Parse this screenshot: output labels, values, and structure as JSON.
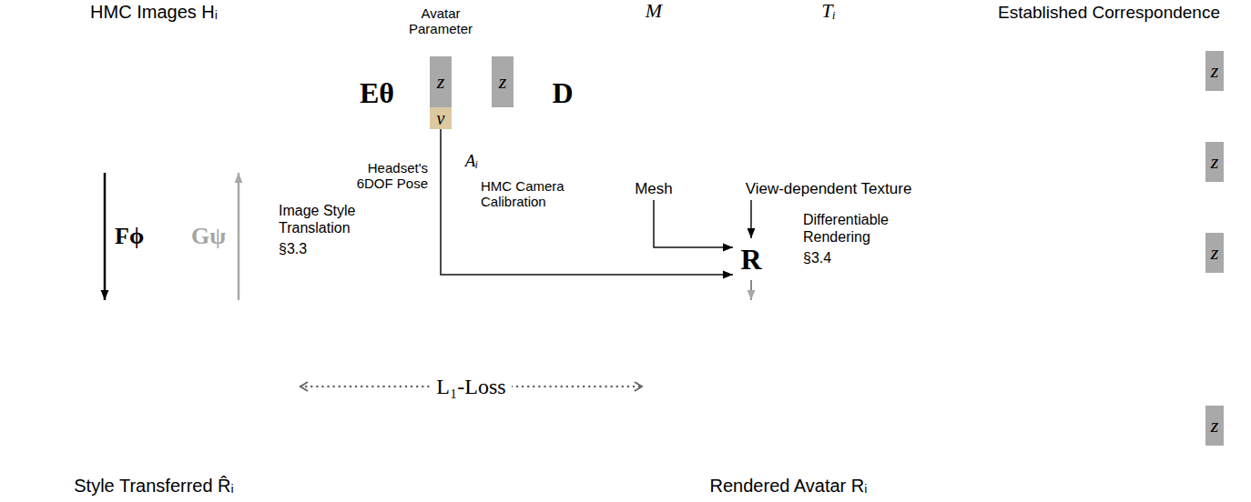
{
  "diagram": {
    "nodes": [
      {
        "text": [
          "HMC Images Hᵢ"
        ]
      },
      {
        "text": [
          "Eθ"
        ]
      },
      {
        "text": [
          "z"
        ]
      },
      {
        "text": [
          "v"
        ]
      },
      {
        "text": [
          "z"
        ]
      },
      {
        "text": [
          "D"
        ]
      },
      {
        "text": [
          "M",
          "Mesh"
        ]
      },
      {
        "text": [
          "Tᵢ",
          "View-dependent Texture"
        ]
      },
      {
        "text": [
          "Fϕ"
        ]
      },
      {
        "text": [
          "Gψ"
        ]
      },
      {
        "text": [
          "R"
        ]
      },
      {
        "text": [
          "Style Transferred R̂ᵢ"
        ]
      },
      {
        "text": [
          "Rendered Avatar Rᵢ"
        ]
      },
      {
        "text": [
          "z"
        ]
      },
      {
        "text": [
          "z"
        ]
      },
      {
        "text": [
          "z"
        ]
      },
      {
        "text": [
          "z"
        ]
      }
    ],
    "edges": [
      {
        "from": 0,
        "to": 11,
        "arrow": "to"
      },
      {
        "from": 11,
        "to": 0,
        "arrow": "to"
      },
      {
        "from": 3,
        "to": 10,
        "arrow": "to"
      },
      {
        "from": 6,
        "to": 10,
        "arrow": "to"
      },
      {
        "from": 7,
        "to": 10,
        "arrow": "to"
      },
      {
        "from": 10,
        "to": 12,
        "arrow": "to"
      },
      {
        "from": 11,
        "to": 12,
        "label": "L₁-Loss",
        "arrow": "both"
      }
    ],
    "labels": [
      "Avatar Parameter",
      "Headset's 6DOF Pose",
      "Aᵢ",
      "HMC Camera Calibration",
      "Image Style Translation",
      "§3.3",
      "Differentiable Rendering",
      "§3.4",
      "Established Correspondence"
    ]
  }
}
